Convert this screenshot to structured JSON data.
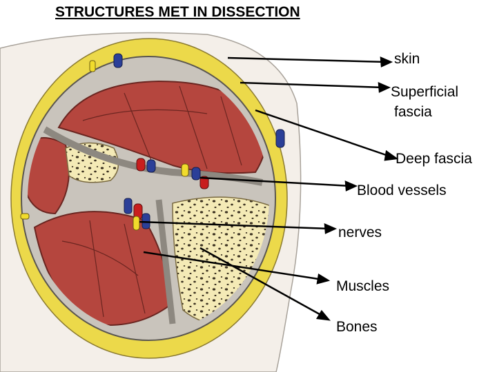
{
  "title": "STRUCTURES MET IN DISSECTION",
  "labels": {
    "skin": "skin",
    "superficial_fascia_line1": "Superficial",
    "superficial_fascia_line2": "fascia",
    "deep_fascia": "Deep fascia",
    "blood_vessels": "Blood  vessels",
    "nerves": "nerves",
    "muscles": "Muscles",
    "bones": "Bones"
  },
  "colors": {
    "skin": "#f4efe9",
    "superficial_fascia": "#ecd94a",
    "deep_fascia": "#b7b3ad",
    "muscle": "#b5463e",
    "bone": "#f4eab6",
    "artery": "#c81e1e",
    "vein": "#2b3f98",
    "nerve": "#f1dc2c"
  }
}
